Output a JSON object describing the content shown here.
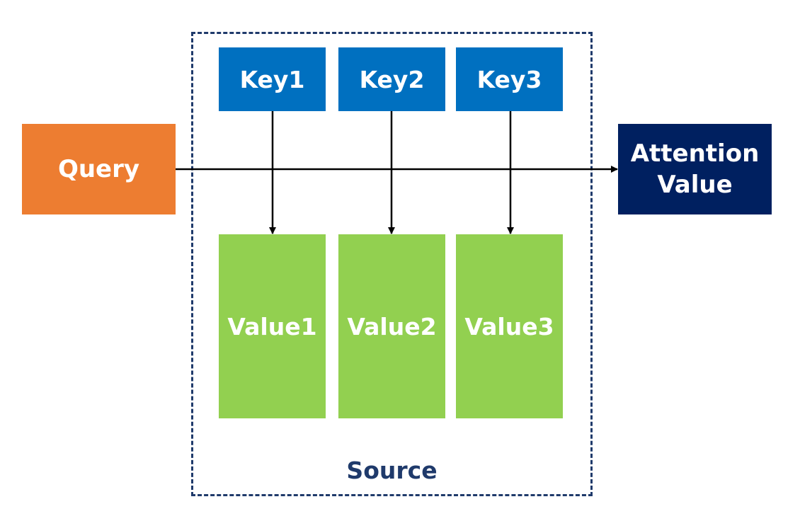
{
  "diagram": {
    "query": "Query",
    "attention_value": "Attention\nValue",
    "keys": [
      "Key1",
      "Key2",
      "Key3"
    ],
    "values": [
      "Value1",
      "Value2",
      "Value3"
    ],
    "source_label": "Source"
  },
  "colors": {
    "query": "#ED7D31",
    "key": "#0070C0",
    "value": "#92D050",
    "attention_value": "#002060",
    "source_border": "#1f3a6b",
    "connector": "#000000"
  }
}
